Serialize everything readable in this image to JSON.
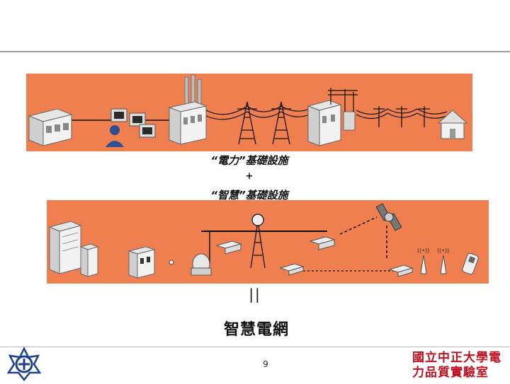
{
  "captions": {
    "power_infrastructure": "“電力”基礎設施",
    "plus": "+",
    "smart_infrastructure": "“智慧”基礎設施",
    "equals": "||",
    "result": "智慧電網"
  },
  "footer": {
    "page_number": "9",
    "institute_name": "國立中正大學電力品質實驗室"
  },
  "colors": {
    "panel": "#f07f4f",
    "institute_text": "#c01020",
    "emblem": "#1e3f8c"
  },
  "icons": {
    "power_panel": [
      "power-plant-icon",
      "control-center-icon",
      "substation-icon",
      "transmission-tower-icon",
      "distribution-pole-icon",
      "house-icon"
    ],
    "smart_panel": [
      "server-rack-icon",
      "satellite-dish-icon",
      "network-router-icon",
      "communication-tower-icon",
      "satellite-icon",
      "wireless-antenna-icon",
      "mobile-phone-icon"
    ]
  }
}
